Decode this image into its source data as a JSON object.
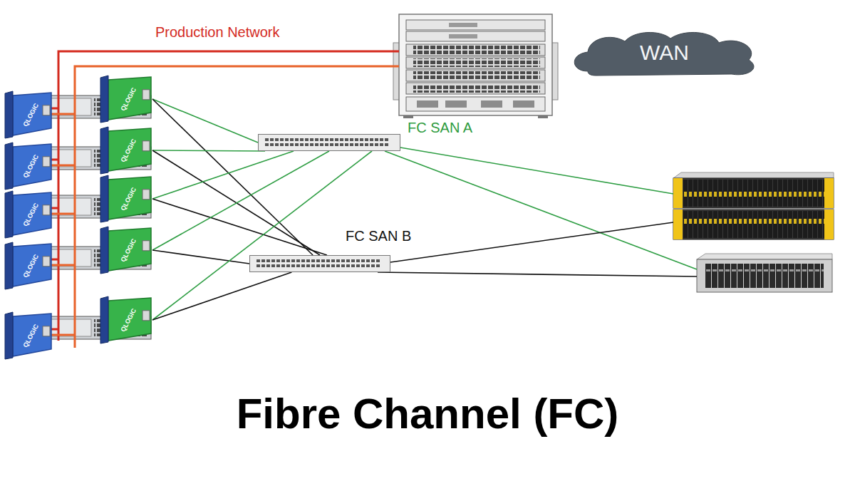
{
  "diagram": {
    "title": "Fibre Channel (FC)",
    "nodes": [
      {
        "text": [
          "WAN"
        ]
      },
      {
        "text": [
          "QLOGIC"
        ]
      },
      {
        "text": [
          "QLOGIC"
        ]
      },
      {
        "text": [
          "QLOGIC"
        ]
      },
      {
        "text": [
          "QLOGIC"
        ]
      },
      {
        "text": [
          "QLOGIC"
        ]
      },
      {
        "text": [
          "QLOGIC"
        ]
      },
      {
        "text": [
          "QLOGIC"
        ]
      },
      {
        "text": [
          "QLOGIC"
        ]
      },
      {
        "text": [
          "QLOGIC"
        ]
      },
      {
        "text": [
          "QLOGIC"
        ]
      },
      {
        "text": [
          "FC SAN A"
        ]
      },
      {
        "text": [
          "FC SAN B"
        ]
      }
    ],
    "edges": [
      {
        "from": 2,
        "to": 11,
        "arrow": "none"
      },
      {
        "from": 2,
        "to": 12,
        "arrow": "none"
      },
      {
        "from": 4,
        "to": 11,
        "arrow": "none"
      },
      {
        "from": 4,
        "to": 12,
        "arrow": "none"
      },
      {
        "from": 6,
        "to": 11,
        "arrow": "none"
      },
      {
        "from": 6,
        "to": 12,
        "arrow": "none"
      },
      {
        "from": 8,
        "to": 11,
        "arrow": "none"
      },
      {
        "from": 8,
        "to": 12,
        "arrow": "none"
      },
      {
        "from": 10,
        "to": 11,
        "arrow": "none"
      },
      {
        "from": 10,
        "to": 12,
        "arrow": "none"
      }
    ],
    "labels": [
      "Production Network"
    ]
  }
}
